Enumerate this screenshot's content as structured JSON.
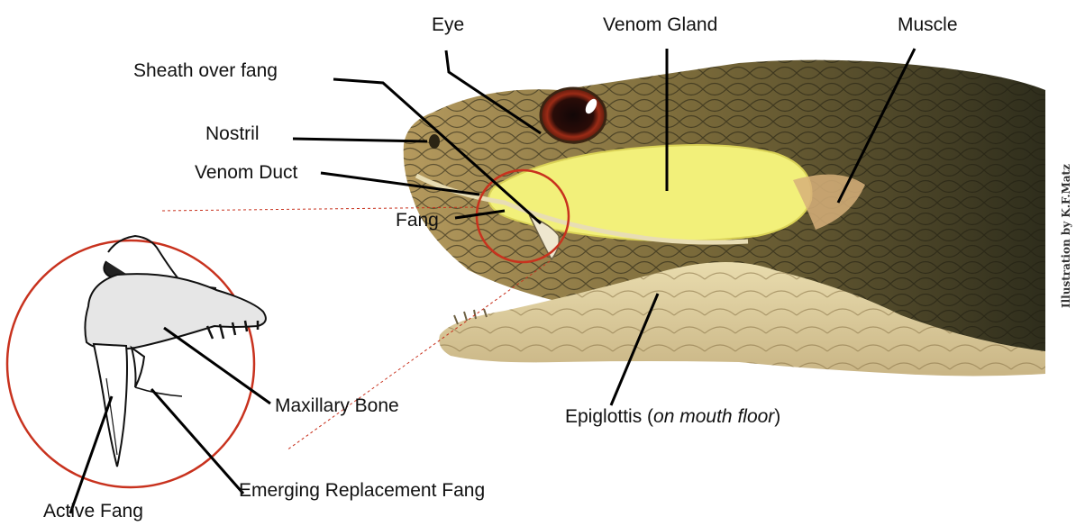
{
  "diagram": {
    "labels": {
      "eye": "Eye",
      "venom_gland": "Venom Gland",
      "muscle": "Muscle",
      "sheath_over_fang": "Sheath over fang",
      "nostril": "Nostril",
      "venom_duct": "Venom Duct",
      "fang": "Fang",
      "maxillary_bone": "Maxillary Bone",
      "epiglottis": "Epiglottis (",
      "epiglottis_note": "on mouth floor",
      "epiglottis_close": ")",
      "emerging_replacement_fang": "Emerging Replacement Fang",
      "active_fang": "Active Fang"
    },
    "credit": "Illustration by K.F.Matz",
    "colors": {
      "leader_line": "#000000",
      "zoom_circle": "#c8321e",
      "venom_gland": "#f2f07a",
      "scales_dark": "#3d3a22",
      "scales_light": "#c8b27a"
    }
  }
}
